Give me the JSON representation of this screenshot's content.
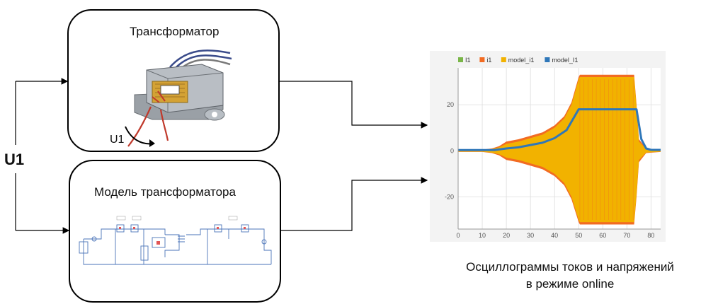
{
  "input_label": "U1",
  "transformer_box": {
    "title": "Трансформатор",
    "u1_label": "U1"
  },
  "model_box": {
    "title": "Модель трансформатора"
  },
  "chart_caption": {
    "line1": "Осциллограммы токов и напряжений",
    "line2": "в режиме online"
  },
  "colors": {
    "I1": "#7ab648",
    "i1": "#f26b22",
    "model_i1": "#f2b200",
    "model_I1": "#2f77b9"
  },
  "chart_data": {
    "type": "line",
    "title": "",
    "xlabel": "",
    "ylabel": "",
    "xlim": [
      0,
      84
    ],
    "ylim": [
      -34,
      36
    ],
    "xticks": [
      0,
      10,
      20,
      30,
      40,
      50,
      60,
      70,
      80
    ],
    "yticks": [
      20,
      0,
      -20
    ],
    "grid": true,
    "legend_position": "top-left",
    "series": [
      {
        "name": "I1",
        "x": [],
        "y": []
      },
      {
        "name": "i1",
        "type": "area-envelope",
        "x": [
          0,
          10,
          14,
          17,
          20,
          25,
          30,
          35,
          40,
          44,
          47,
          50,
          50.5,
          60,
          72,
          73,
          74,
          75,
          78,
          84
        ],
        "upper": [
          0.5,
          0.5,
          1,
          2,
          4,
          5,
          6.5,
          8,
          11,
          15,
          21,
          32,
          33,
          33,
          33,
          33,
          20,
          5,
          1,
          0.5
        ],
        "lower": [
          -0.5,
          -0.5,
          -1,
          -2,
          -4,
          -5,
          -6.5,
          -8,
          -11,
          -15,
          -21,
          -31,
          -32,
          -32,
          -32,
          -32,
          -20,
          -5,
          -1,
          -0.5
        ]
      },
      {
        "name": "model_i1",
        "type": "area-envelope",
        "x": [
          0,
          10,
          14,
          17,
          20,
          25,
          30,
          35,
          40,
          44,
          47,
          50,
          50.5,
          60,
          72,
          73,
          74,
          75,
          78,
          84
        ],
        "upper": [
          0.4,
          0.4,
          0.8,
          1.5,
          3,
          4,
          5.5,
          7,
          10,
          14,
          20,
          31,
          32,
          32,
          32,
          32,
          19,
          4,
          0.8,
          0.4
        ],
        "lower": [
          -0.4,
          -0.4,
          -0.8,
          -1.5,
          -3,
          -4,
          -5.5,
          -7,
          -10,
          -14,
          -20,
          -30,
          -31,
          -31,
          -31,
          -31,
          -19,
          -4,
          -0.8,
          -0.4
        ]
      },
      {
        "name": "model_I1",
        "x": [
          0,
          15,
          20,
          25,
          30,
          35,
          40,
          45,
          50,
          55,
          60,
          65,
          70,
          74,
          76,
          78,
          80,
          84
        ],
        "y": [
          0.3,
          0.3,
          1.0,
          1.5,
          2.5,
          3.5,
          5.5,
          9,
          18,
          18,
          18,
          18,
          18,
          18,
          5,
          1,
          0.4,
          0.4
        ]
      }
    ]
  }
}
